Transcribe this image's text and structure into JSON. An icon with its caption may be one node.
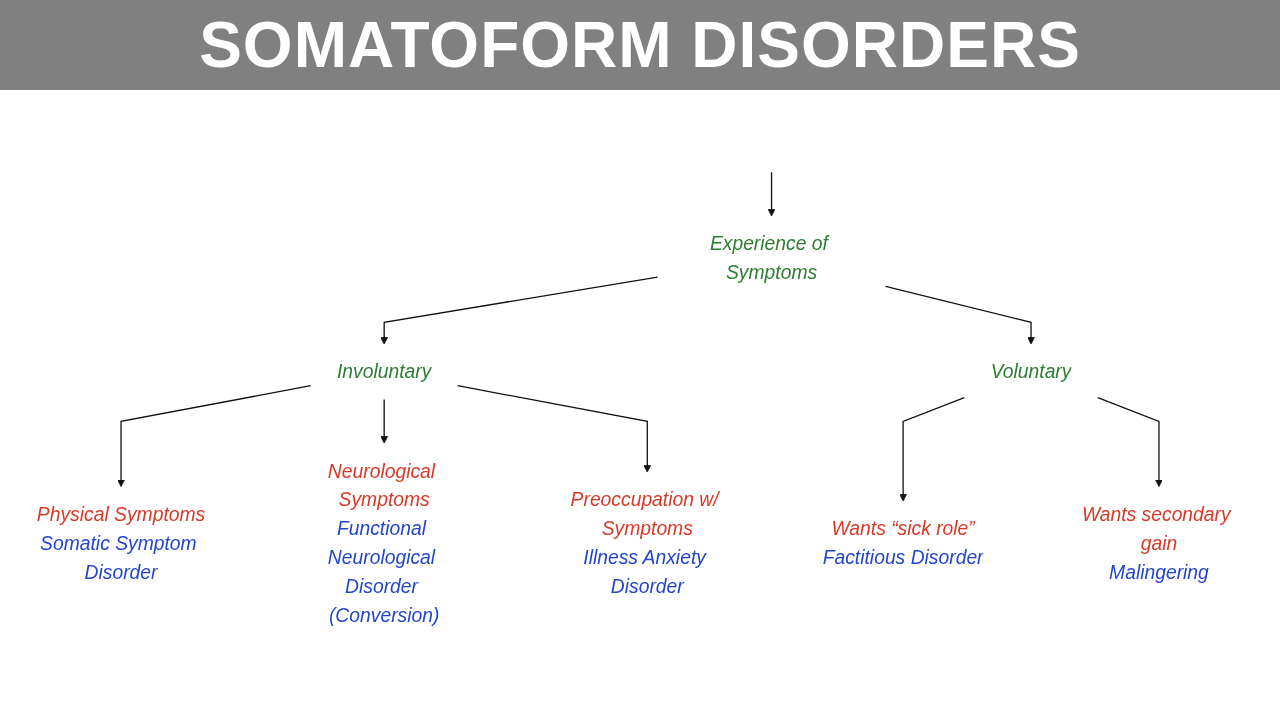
{
  "diagram": {
    "title": "SOMATOFORM DISORDERS",
    "nodes": [
      {
        "text": [
          "Experience of Symptoms"
        ]
      },
      {
        "text": [
          "Involuntary"
        ]
      },
      {
        "text": [
          "Voluntary"
        ]
      },
      {
        "text": [
          "Physical Symptoms",
          "Somatic Symptom Disorder"
        ]
      },
      {
        "text": [
          "Neurological Symptoms",
          "Functional Neurological Disorder (Conversion)"
        ]
      },
      {
        "text": [
          "Preoccupation w/ Symptoms",
          "Illness Anxiety Disorder"
        ]
      },
      {
        "text": [
          "Wants “sick role”",
          "Factitious Disorder"
        ]
      },
      {
        "text": [
          "Wants secondary gain",
          "Malingering"
        ]
      }
    ],
    "edges": [
      {
        "from": null,
        "to": 0,
        "arrow": "to"
      },
      {
        "from": 0,
        "to": 1,
        "arrow": "to"
      },
      {
        "from": 0,
        "to": 2,
        "arrow": "to"
      },
      {
        "from": 1,
        "to": 3,
        "arrow": "to"
      },
      {
        "from": 1,
        "to": 4,
        "arrow": "to"
      },
      {
        "from": 1,
        "to": 5,
        "arrow": "to"
      },
      {
        "from": 2,
        "to": 6,
        "arrow": "to"
      },
      {
        "from": 2,
        "to": 7,
        "arrow": "to"
      }
    ]
  }
}
